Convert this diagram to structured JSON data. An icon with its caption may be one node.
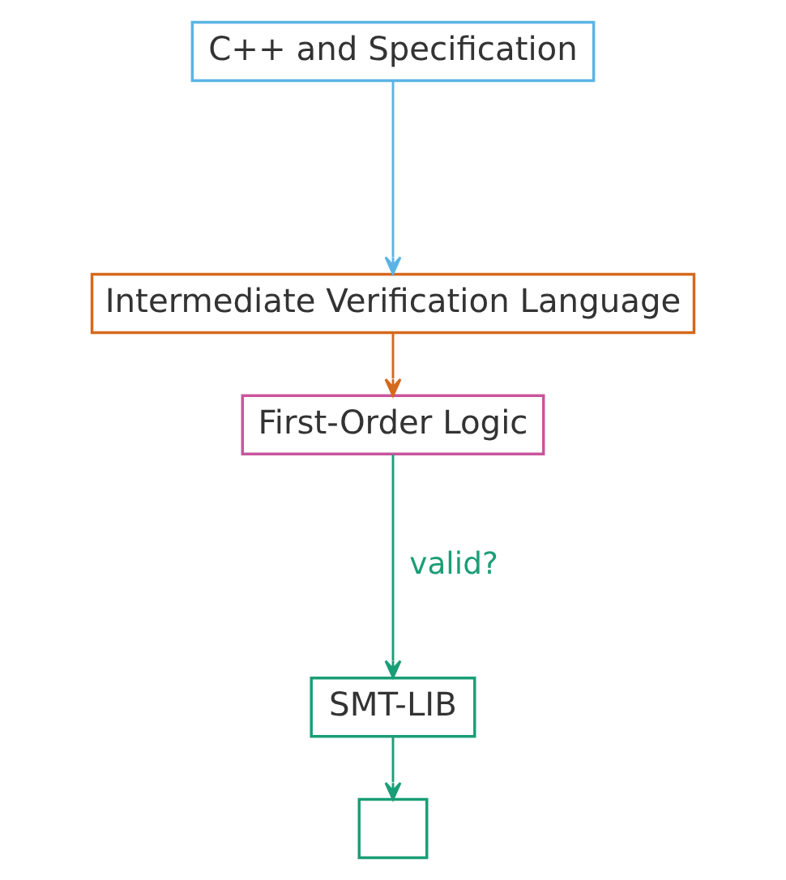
{
  "diagram": {
    "nodes": [
      {
        "text": [
          "C++ and Specification"
        ]
      },
      {
        "text": [
          "Intermediate Verification Language"
        ]
      },
      {
        "text": [
          "First-Order Logic"
        ]
      },
      {
        "text": [
          "SMT-LIB"
        ]
      },
      {
        "text": [],
        "shape": "box"
      }
    ],
    "edges": [
      {
        "from": 0,
        "to": 1,
        "arrow": "to",
        "color": "#5ab4e5"
      },
      {
        "from": 1,
        "to": 2,
        "arrow": "to",
        "color": "#d5691c"
      },
      {
        "from": 2,
        "to": 3,
        "arrow": "to",
        "label": "valid?"
      },
      {
        "from": 3,
        "to": 4,
        "arrow": "to"
      }
    ]
  }
}
